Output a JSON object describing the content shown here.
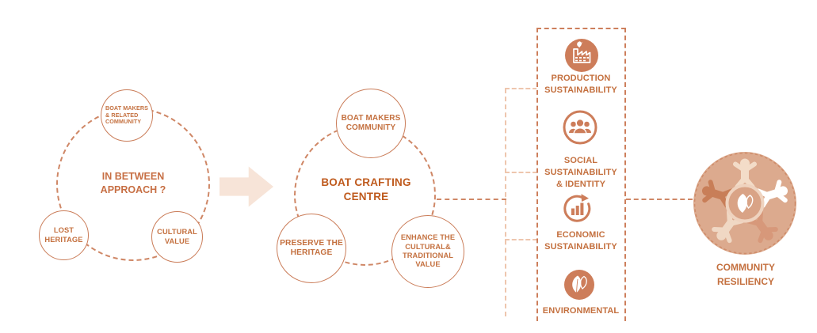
{
  "colors": {
    "accent_text": "#c4703f",
    "heading_dark": "#bf5a1d",
    "circle_outline": "#ca7c58",
    "dash_line": "#cf8766",
    "bracket_line": "#eec6ae",
    "arrow_fill": "#f7e4d8",
    "icon_fill": "#cd7d5a",
    "resiliency_fill": "#dcaa8e"
  },
  "diagram1": {
    "center_label": "IN BETWEEN\nAPPROACH ?",
    "node_top": "BOAT MAKERS\n& RELATED\nCOMMUNITY",
    "node_left": "LOST\nHERITAGE",
    "node_right": "CULTURAL\nVALUE"
  },
  "diagram2": {
    "center_label": "BOAT CRAFTING\nCENTRE",
    "node_top": "BOAT MAKERS\nCOMMUNITY",
    "node_left": "PRESERVE THE\nHERITAGE",
    "node_right": "ENHANCE THE\nCULTURAL&\nTRADITIONAL\nVALUE"
  },
  "sustainability_column": {
    "items": [
      {
        "icon": "factory-icon",
        "label": "PRODUCTION\nSUSTAINABILITY"
      },
      {
        "icon": "people-icon",
        "label": "SOCIAL\nSUSTAINABILITY\n& IDENTITY"
      },
      {
        "icon": "growth-chart-icon",
        "label": "ECONOMIC\nSUSTAINABILITY"
      },
      {
        "icon": "leaf-icon",
        "label": "ENVIRONMENTAL"
      }
    ]
  },
  "outcome": {
    "label": "COMMUNITY\nRESILIENCY"
  }
}
